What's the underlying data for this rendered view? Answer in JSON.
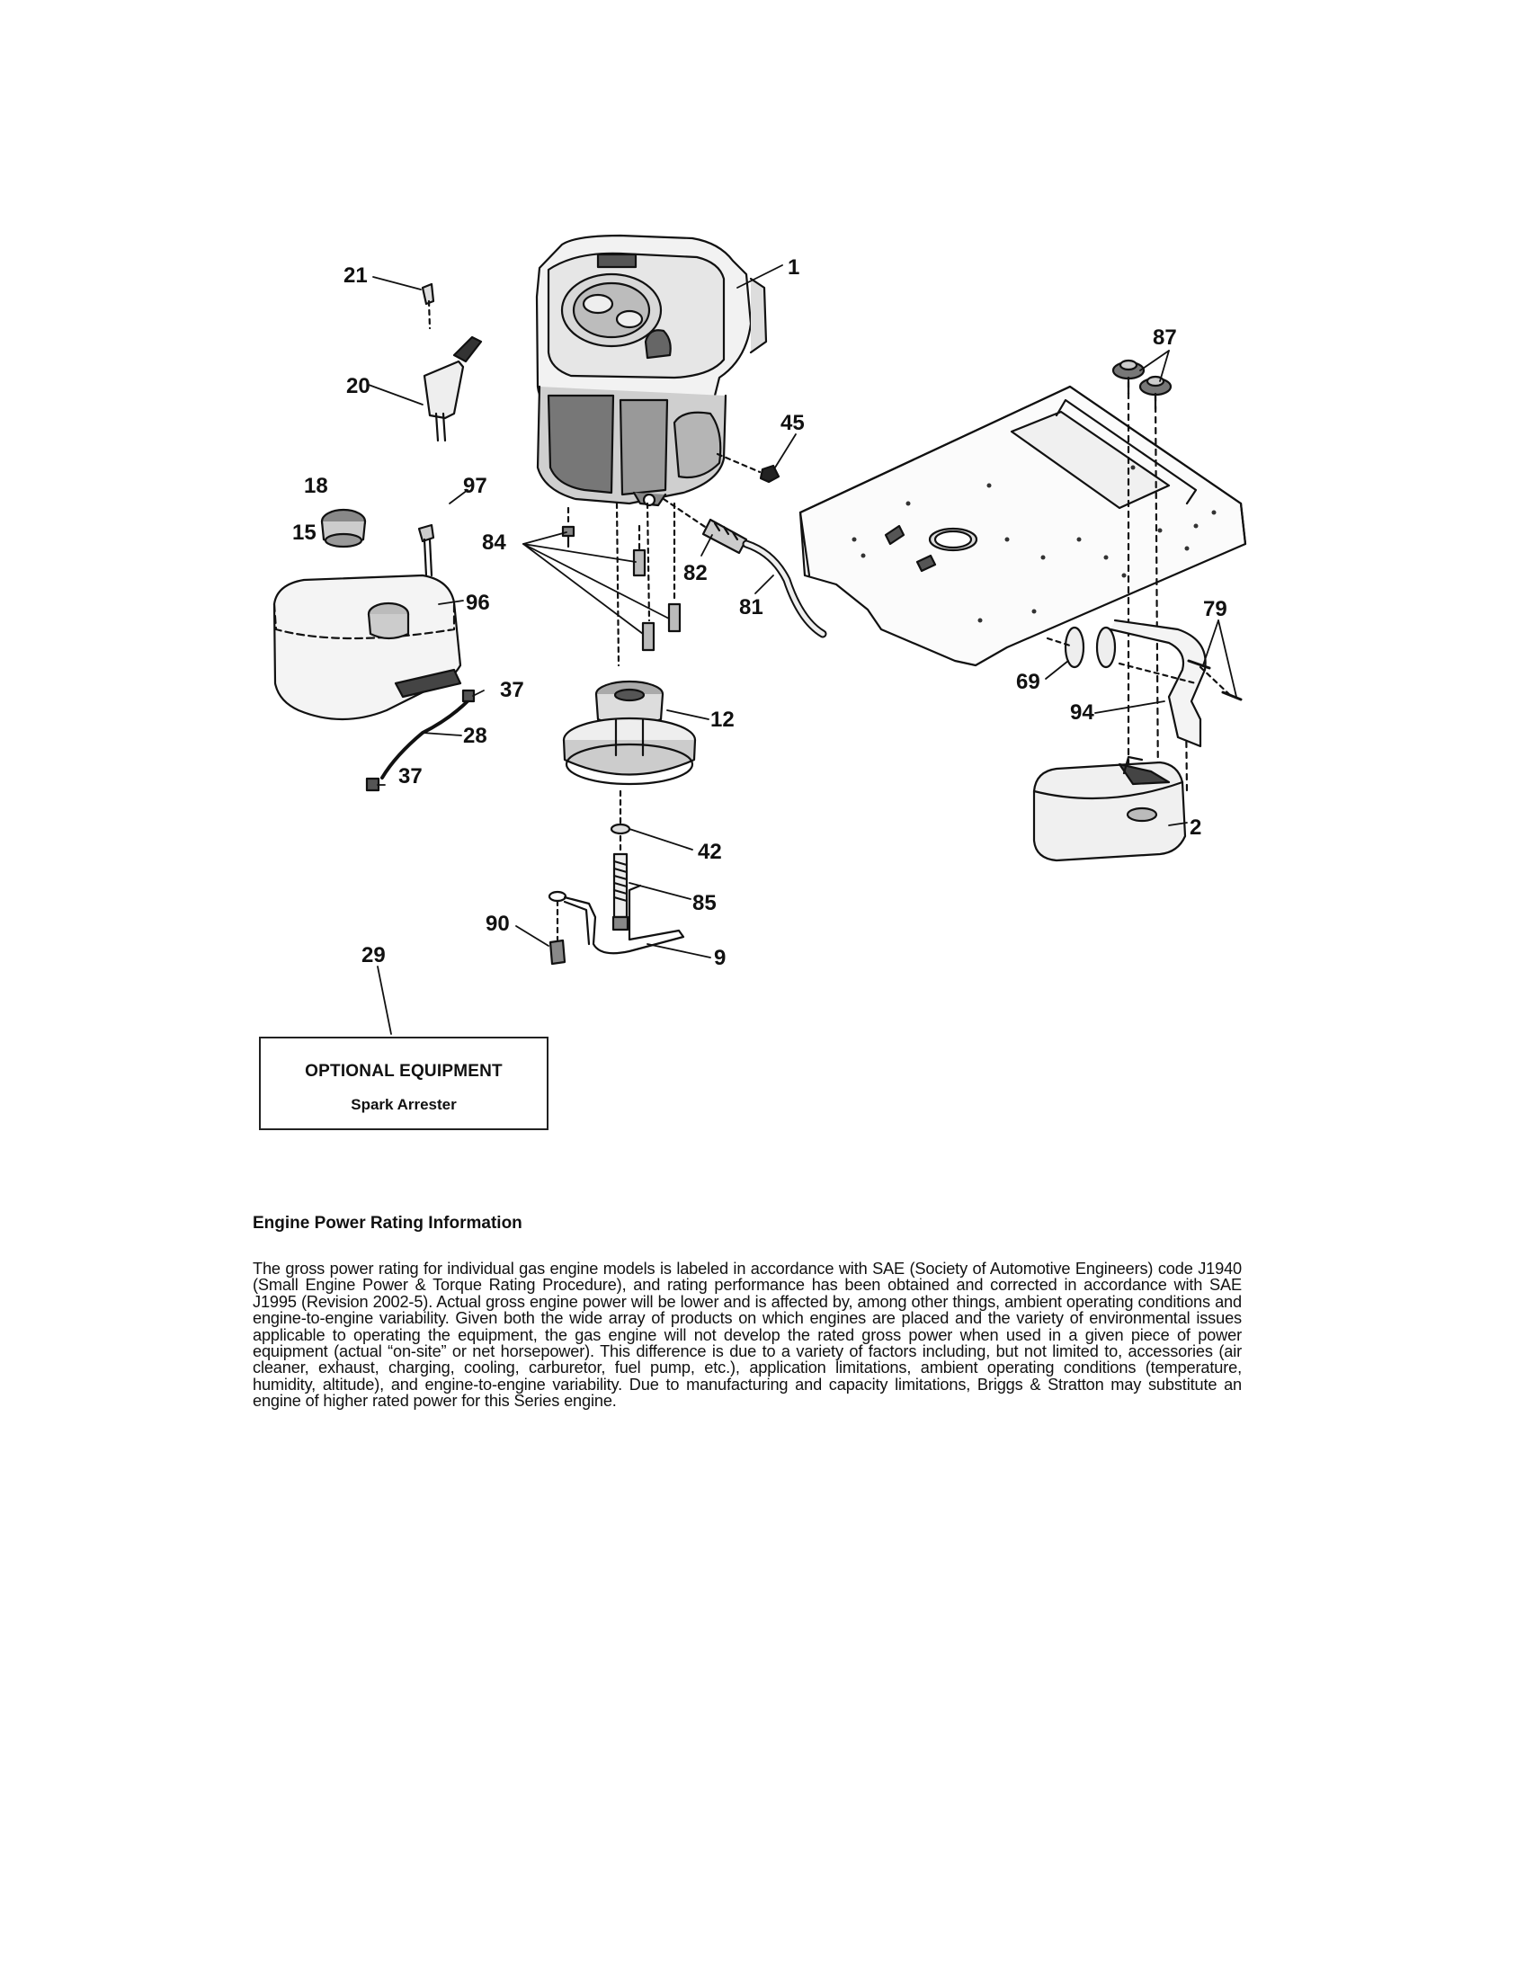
{
  "callouts": [
    {
      "id": "1",
      "text": "1"
    },
    {
      "id": "2",
      "text": "2"
    },
    {
      "id": "9",
      "text": "9"
    },
    {
      "id": "12",
      "text": "12"
    },
    {
      "id": "15",
      "text": "15"
    },
    {
      "id": "18",
      "text": "18"
    },
    {
      "id": "20",
      "text": "20"
    },
    {
      "id": "21",
      "text": "21"
    },
    {
      "id": "28",
      "text": "28"
    },
    {
      "id": "29",
      "text": "29"
    },
    {
      "id": "37a",
      "text": "37"
    },
    {
      "id": "37b",
      "text": "37"
    },
    {
      "id": "42",
      "text": "42"
    },
    {
      "id": "45",
      "text": "45"
    },
    {
      "id": "69",
      "text": "69"
    },
    {
      "id": "79",
      "text": "79"
    },
    {
      "id": "81",
      "text": "81"
    },
    {
      "id": "82",
      "text": "82"
    },
    {
      "id": "84",
      "text": "84"
    },
    {
      "id": "85",
      "text": "85"
    },
    {
      "id": "87",
      "text": "87"
    },
    {
      "id": "90",
      "text": "90"
    },
    {
      "id": "94",
      "text": "94"
    },
    {
      "id": "96",
      "text": "96"
    },
    {
      "id": "97",
      "text": "97"
    }
  ],
  "optional_equipment": {
    "title": "OPTIONAL EQUIPMENT",
    "item": "Spark Arrester"
  },
  "info": {
    "heading": "Engine Power Rating Information",
    "body": "The gross power rating for individual gas engine models is labeled in accordance with SAE (Society of Automotive Engineers) code J1940 (Small Engine Power & Torque Rating Procedure), and rating performance has been obtained and corrected in accordance with SAE J1995 (Revision 2002-5). Actual gross engine power will be lower and is affected by, among other things, ambient operating conditions and engine-to-engine variability. Given both the wide array of products on which engines are placed and the variety of environmental issues applicable to operating the equipment, the gas engine will not develop the rated gross power when used in a given piece of power equipment (actual “on-site” or net horsepower). This difference is due to a variety of factors including, but not limited to, accessories (air cleaner, exhaust, charging, cooling, carburetor, fuel pump, etc.), application limitations, ambient operating conditions (temperature, humidity, altitude), and engine-to-engine variability. Due to manufacturing and capacity limitations, Briggs & Stratton may substitute an engine of higher rated power for this Series engine."
  }
}
